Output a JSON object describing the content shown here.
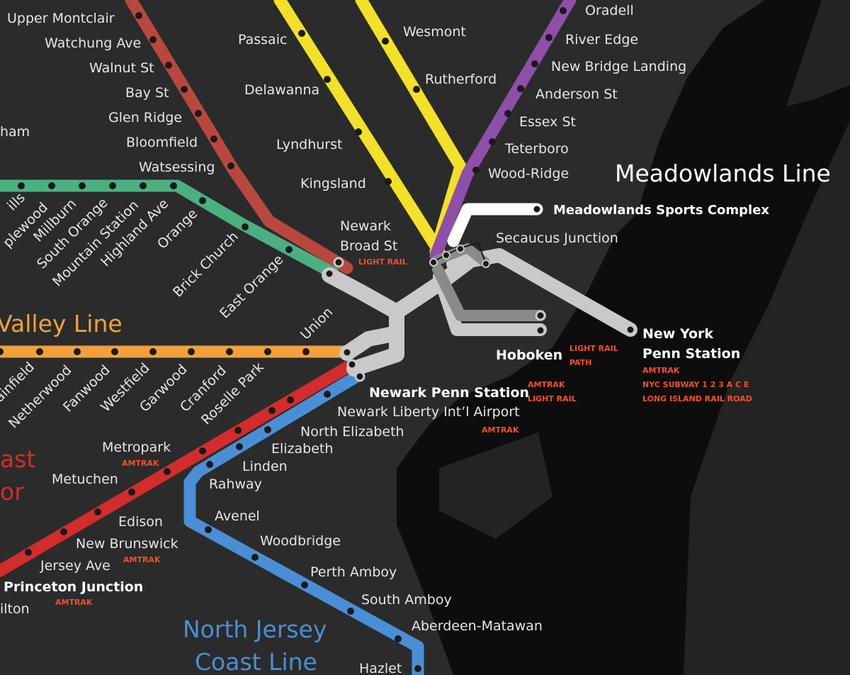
{
  "colors": {
    "background_land": "#2b2b2b",
    "water": "#0d0d0d",
    "island": "#232323",
    "montclair": "#b8483f",
    "morris_essex": "#4caf82",
    "raritan_valley": "#f0a13d",
    "nec": "#d32c2c",
    "njcl": "#4a8fd6",
    "main_bergen": "#f2e12a",
    "pascack": "#8e4fa8",
    "meadowlands": "#ffffff",
    "trunk": "#c9c9c9",
    "trunk_dark": "#8a8a8a",
    "connection_text": "#f0502d"
  },
  "line_titles": {
    "meadowlands": "Meadowlands Line",
    "raritan_valley": "Valley Line",
    "nec_line1": "ast",
    "nec_line2": "or",
    "njcl_line1": "North Jersey",
    "njcl_line2": "Coast Line"
  },
  "stations": {
    "upper_montclair": "Upper Montclair",
    "watchung_ave": "Watchung Ave",
    "walnut_st": "Walnut St",
    "bay_st": "Bay St",
    "glen_ridge": "Glen Ridge",
    "bloomfield": "Bloomfield",
    "watsessing": "Watsessing",
    "ham_partial": "ham",
    "passaic": "Passaic",
    "delawanna": "Delawanna",
    "lyndhurst": "Lyndhurst",
    "kingsland": "Kingsland",
    "wesmont": "Wesmont",
    "rutherford": "Rutherford",
    "oradell": "Oradell",
    "river_edge": "River Edge",
    "new_bridge_landing": "New Bridge Landing",
    "anderson_st": "Anderson St",
    "essex_st": "Essex St",
    "teterboro": "Teterboro",
    "wood_ridge": "Wood-Ridge",
    "meadowlands_sports": "Meadowlands Sports Complex",
    "secaucus_jct": "Secaucus Junction",
    "newark_broad_1": "Newark",
    "newark_broad_2": "Broad St",
    "mills_partial": "ills",
    "maplewood_partial": "plewood",
    "millburn": "Millburn",
    "south_orange": "South Orange",
    "mountain_station": "Mountain Station",
    "highland_ave": "Highland Ave",
    "orange": "Orange",
    "brick_church": "Brick Church",
    "east_orange": "East Orange",
    "union": "Union",
    "plainfield_partial": "ainfield",
    "netherwood": "Netherwood",
    "fanwood": "Fanwood",
    "westfield": "Westfield",
    "garwood": "Garwood",
    "cranford": "Cranford",
    "roselle_park": "Roselle Park",
    "hoboken": "Hoboken",
    "ny_penn_1": "New York",
    "ny_penn_2": "Penn Station",
    "newark_penn": "Newark Penn Station",
    "ewr_airport": "Newark Liberty Int’l Airport",
    "north_elizabeth": "North Elizabeth",
    "elizabeth": "Elizabeth",
    "linden": "Linden",
    "rahway": "Rahway",
    "metropark": "Metropark",
    "metuchen": "Metuchen",
    "avenel": "Avenel",
    "woodbridge": "Woodbridge",
    "edison": "Edison",
    "new_brunswick": "New Brunswick",
    "jersey_ave": "Jersey Ave",
    "perth_amboy": "Perth Amboy",
    "south_amboy": "South Amboy",
    "aberdeen_matawan": "Aberdeen-Matawan",
    "hazlet": "Hazlet",
    "princeton_jct": "Princeton Junction",
    "hamilton_partial": "ilton"
  },
  "connections": {
    "newark_broad": "LIGHT RAIL",
    "hoboken_1": "LIGHT RAIL",
    "hoboken_2": "PATH",
    "ny_penn_1": "AMTRAK",
    "ny_penn_2": "NYC SUBWAY 1 2 3 A C E",
    "ny_penn_3": "LONG ISLAND RAIL ROAD",
    "newark_penn_1": "AMTRAK",
    "newark_penn_2": "LIGHT RAIL",
    "ewr_airport": "AMTRAK",
    "metropark": "AMTRAK",
    "new_brunswick": "AMTRAK",
    "princeton_jct": "AMTRAK"
  }
}
